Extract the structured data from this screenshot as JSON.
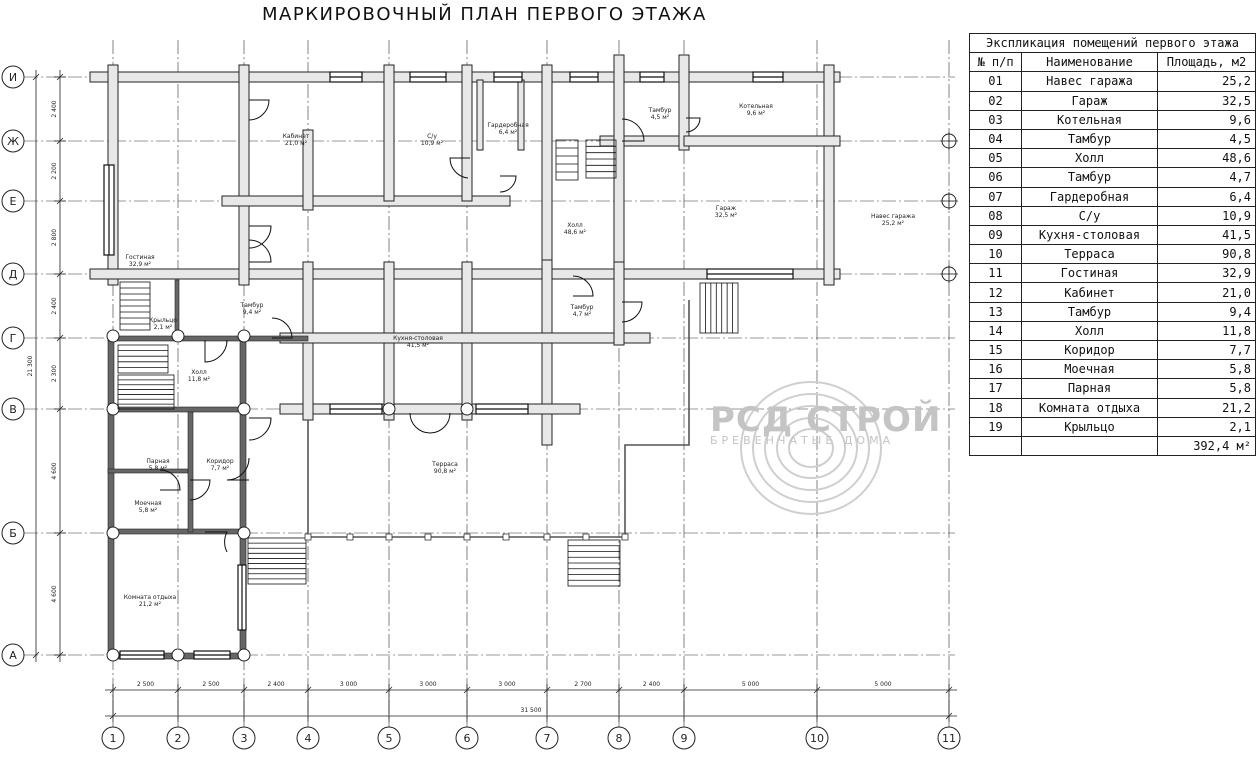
{
  "title": "МАРКИРОВОЧНЫЙ ПЛАН ПЕРВОГО ЭТАЖА",
  "explication": {
    "caption": "Экспликация помещений первого этажа",
    "headers": {
      "num": "№ п/п",
      "name": "Наименование",
      "area": "Площадь, м2"
    },
    "rows": [
      {
        "num": "01",
        "name": "Навес гаража",
        "area": "25,2"
      },
      {
        "num": "02",
        "name": "Гараж",
        "area": "32,5"
      },
      {
        "num": "03",
        "name": "Котельная",
        "area": "9,6"
      },
      {
        "num": "04",
        "name": "Тамбур",
        "area": "4,5"
      },
      {
        "num": "05",
        "name": "Холл",
        "area": "48,6"
      },
      {
        "num": "06",
        "name": "Тамбур",
        "area": "4,7"
      },
      {
        "num": "07",
        "name": "Гардеробная",
        "area": "6,4"
      },
      {
        "num": "08",
        "name": "С/у",
        "area": "10,9"
      },
      {
        "num": "09",
        "name": "Кухня-столовая",
        "area": "41,5"
      },
      {
        "num": "10",
        "name": "Терраса",
        "area": "90,8"
      },
      {
        "num": "11",
        "name": "Гостиная",
        "area": "32,9"
      },
      {
        "num": "12",
        "name": "Кабинет",
        "area": "21,0"
      },
      {
        "num": "13",
        "name": "Тамбур",
        "area": "9,4"
      },
      {
        "num": "14",
        "name": "Холл",
        "area": "11,8"
      },
      {
        "num": "15",
        "name": "Коридор",
        "area": "7,7"
      },
      {
        "num": "16",
        "name": "Моечная",
        "area": "5,8"
      },
      {
        "num": "17",
        "name": "Парная",
        "area": "5,8"
      },
      {
        "num": "18",
        "name": "Комната отдыха",
        "area": "21,2"
      },
      {
        "num": "19",
        "name": "Крыльцо",
        "area": "2,1"
      }
    ],
    "total": "392,4 м²"
  },
  "axes": {
    "columns": [
      "1",
      "2",
      "3",
      "4",
      "5",
      "6",
      "7",
      "8",
      "9",
      "10",
      "11"
    ],
    "rows": [
      "И",
      "Ж",
      "Е",
      "Д",
      "Г",
      "В",
      "Б",
      "А"
    ]
  },
  "dimensions": {
    "horizontal": [
      "2 500",
      "2 500",
      "2 400",
      "3 000",
      "3 000",
      "3 000",
      "2 700",
      "2 400",
      "5 000",
      "5 000"
    ],
    "total_horizontal": "31 500",
    "vertical": [
      "2 400",
      "2 200",
      "2 800",
      "2 400",
      "2 300",
      "4 600",
      "4 600"
    ],
    "total_vertical": "21 300"
  },
  "room_labels": [
    {
      "name": "Кабинет",
      "area": "21,0 м²"
    },
    {
      "name": "С/у",
      "area": "10,9 м²"
    },
    {
      "name": "Гардеробная",
      "area": "6,4 м²"
    },
    {
      "name": "Тамбур",
      "area": "4,5 м²"
    },
    {
      "name": "Котельная",
      "area": "9,6 м²"
    },
    {
      "name": "Гараж",
      "area": "32,5 м²"
    },
    {
      "name": "Навес гаража",
      "area": "25,2 м²"
    },
    {
      "name": "Холл",
      "area": "48,6 м²"
    },
    {
      "name": "Гостиная",
      "area": "32,9 м²"
    },
    {
      "name": "Крыльцо",
      "area": "2,1 м²"
    },
    {
      "name": "Тамбур",
      "area": "9,4 м²"
    },
    {
      "name": "Холл",
      "area": "11,8 м²"
    },
    {
      "name": "Кухня-столовая",
      "area": "41,5 м²"
    },
    {
      "name": "Тамбур",
      "area": "4,7 м²"
    },
    {
      "name": "Парная",
      "area": "5,8 м²"
    },
    {
      "name": "Коридор",
      "area": "7,7 м²"
    },
    {
      "name": "Моечная",
      "area": "5,8 м²"
    },
    {
      "name": "Терраса",
      "area": "90,8 м²"
    },
    {
      "name": "Комната отдыха",
      "area": "21,2 м²"
    }
  ],
  "watermark": {
    "brand": "РСД СТРОЙ",
    "tagline": "БРЕВЕНЧАТЫЕ ДОМА"
  },
  "colors": {
    "wall": "#e8e8e8",
    "stroke": "#222222",
    "watermark": "#c4c4c4"
  }
}
